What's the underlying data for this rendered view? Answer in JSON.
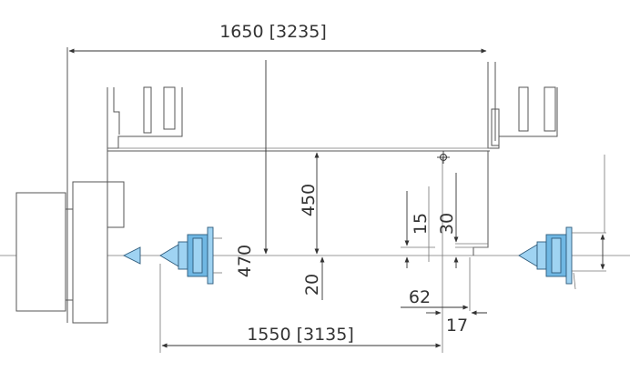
{
  "labels": {
    "top_width": "1650 [3235]",
    "bottom_width": "1550 [3135]",
    "height_450": "450",
    "height_470": "470",
    "dim_20": "20",
    "dim_15": "15",
    "dim_30": "30",
    "dim_62": "62",
    "dim_17": "17"
  },
  "colors": {
    "tool_fill": "#9fd3f2",
    "tool_dark": "#6fb7e3",
    "line": "#555555"
  }
}
